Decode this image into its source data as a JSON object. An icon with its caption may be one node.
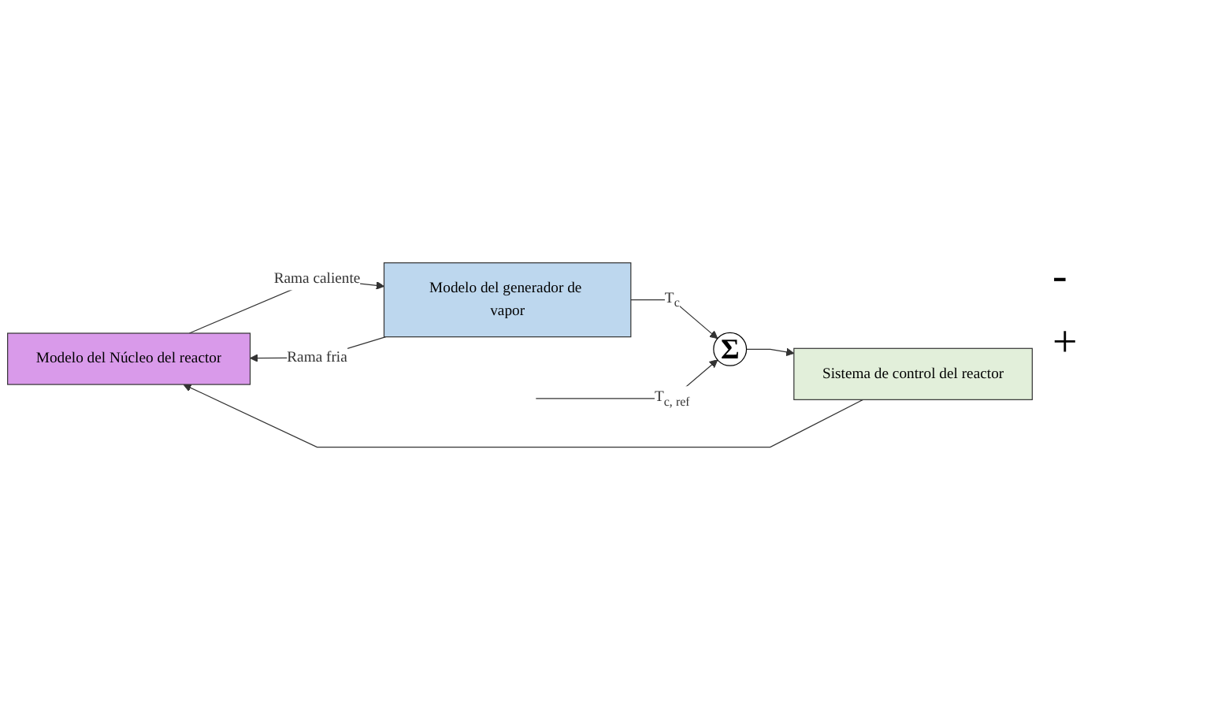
{
  "diagram": {
    "nodes": [
      {
        "text": [
          "Modelo del Núcleo del reactor"
        ]
      },
      {
        "text": [
          "Modelo del generador de vapor"
        ]
      },
      {
        "text": [
          "Σ"
        ]
      },
      {
        "text": [
          "Sistema de control del reactor"
        ]
      }
    ],
    "edges": [
      {
        "from": 0,
        "to": 1,
        "arrow": "to",
        "label": "Rama caliente"
      },
      {
        "from": 1,
        "to": 0,
        "arrow": "to",
        "label": "Rama fria"
      },
      {
        "from": 1,
        "to": 2,
        "arrow": "to",
        "label": "T$_{c}$"
      },
      {
        "from": null,
        "to": 2,
        "arrow": "to",
        "label": "T$_{c, ref}$"
      },
      {
        "from": 2,
        "to": 3,
        "arrow": "to"
      },
      {
        "from": 3,
        "to": 0,
        "arrow": "to"
      }
    ],
    "labels": [
      "-",
      "+"
    ]
  }
}
